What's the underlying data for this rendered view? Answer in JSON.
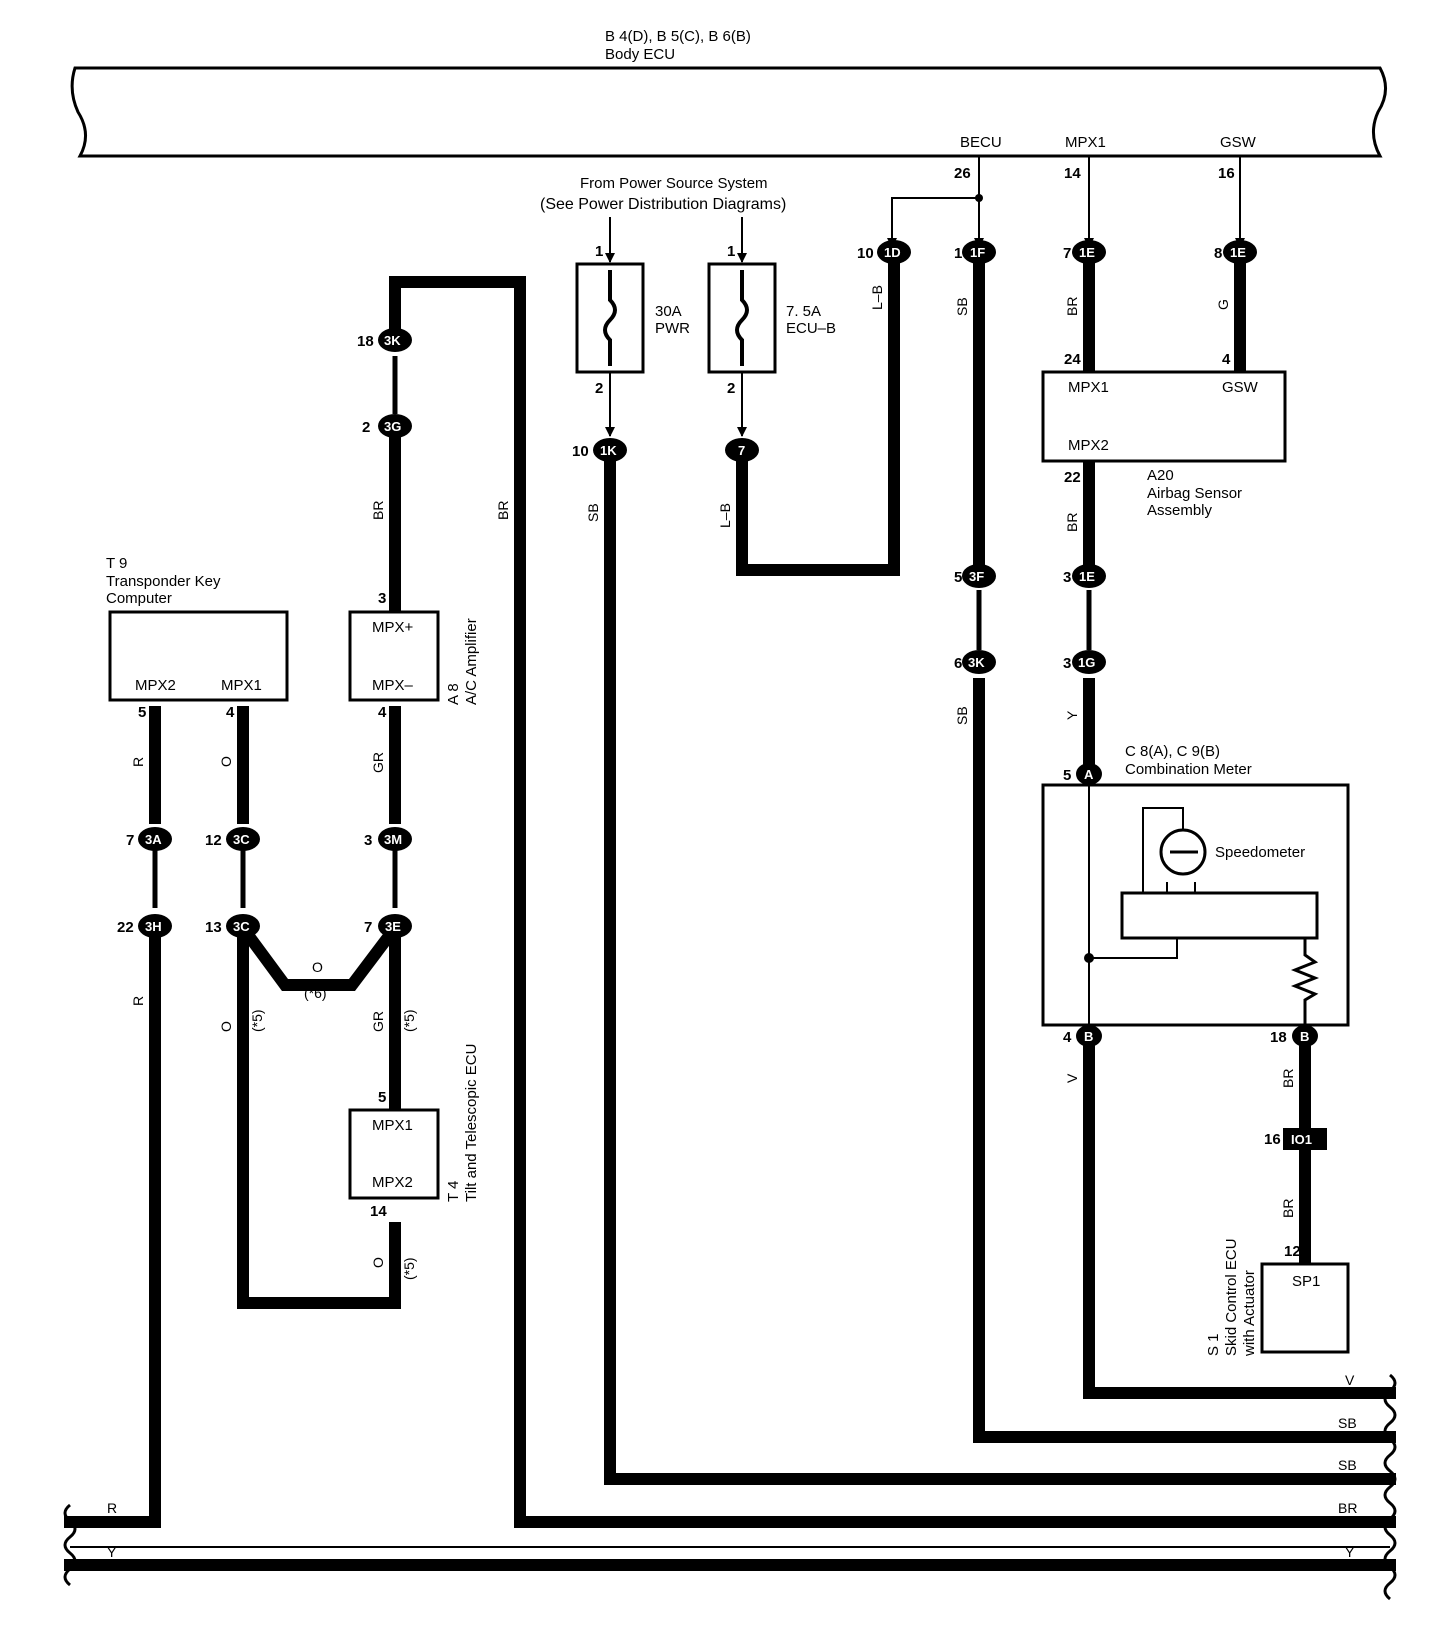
{
  "body_ecu": {
    "connectors": "B 4(D), B 5(C), B 6(B)",
    "name": "Body ECU",
    "terminals": [
      {
        "name": "BECU",
        "pin": "26"
      },
      {
        "name": "MPX1",
        "pin": "14"
      },
      {
        "name": "GSW",
        "pin": "16"
      }
    ]
  },
  "power_source": {
    "line1": "From Power Source System",
    "line2": "(See Power Distribution Diagrams)"
  },
  "fuses": [
    {
      "rating": "30A",
      "name": "PWR",
      "in_pin": "1",
      "out_pin": "2"
    },
    {
      "rating": "7. 5A",
      "name": "ECU–B",
      "in_pin": "1",
      "out_pin": "2"
    }
  ],
  "junctions": {
    "j_1k": {
      "pin": "10",
      "id": "1K"
    },
    "j_7": {
      "id": "7"
    },
    "j_1d": {
      "pin": "10",
      "id": "1D"
    },
    "j_1f": {
      "pin": "1",
      "id": "1F"
    },
    "j_1e_a": {
      "pin": "7",
      "id": "1E"
    },
    "j_1e_b": {
      "pin": "8",
      "id": "1E"
    },
    "j_3k_top": {
      "pin": "18",
      "id": "3K"
    },
    "j_3g": {
      "pin": "2",
      "id": "3G"
    },
    "j_3f": {
      "pin": "5",
      "id": "3F"
    },
    "j_3k_mid": {
      "pin": "6",
      "id": "3K"
    },
    "j_1e_c": {
      "pin": "3",
      "id": "1E"
    },
    "j_1g": {
      "pin": "3",
      "id": "1G"
    },
    "j_3a": {
      "pin": "7",
      "id": "3A"
    },
    "j_3c_a": {
      "pin": "12",
      "id": "3C"
    },
    "j_3m": {
      "pin": "3",
      "id": "3M"
    },
    "j_3h": {
      "pin": "22",
      "id": "3H"
    },
    "j_3c_b": {
      "pin": "13",
      "id": "3C"
    },
    "j_3e": {
      "pin": "7",
      "id": "3E"
    },
    "j_io1": {
      "pin": "16",
      "id": "IO1"
    }
  },
  "wire_colors": {
    "l_b": "L–B",
    "sb": "SB",
    "br": "BR",
    "g": "G",
    "y": "Y",
    "r": "R",
    "o": "O",
    "gr": "GR",
    "v": "V"
  },
  "variant_notes": {
    "n5": "(*5)",
    "n6": "(*6)"
  },
  "airbag": {
    "id": "A20",
    "name_line1": "Airbag Sensor",
    "name_line2": "Assembly",
    "mpx1": "MPX1",
    "gsw": "GSW",
    "mpx2": "MPX2",
    "pin_mpx1": "24",
    "pin_gsw": "4",
    "pin_mpx2": "22"
  },
  "combination_meter": {
    "connectors": "C 8(A), C 9(B)",
    "name": "Combination Meter",
    "speedometer": "Speedometer",
    "pin_top": "5",
    "con_top": "A",
    "pin_bl": "4",
    "con_bl": "B",
    "pin_br": "18",
    "con_br": "B"
  },
  "skid_ecu": {
    "id": "S 1",
    "name_line1": "Skid Control ECU",
    "name_line2": "with Actuator",
    "terminal": "SP1",
    "pin": "12"
  },
  "transponder": {
    "id": "T 9",
    "name_line1": "Transponder Key",
    "name_line2": "Computer",
    "mpx2": "MPX2",
    "mpx1": "MPX1",
    "pin_mpx2": "5",
    "pin_mpx1": "4"
  },
  "ac_amp": {
    "id": "A 8",
    "name": "A/C Amplifier",
    "mpx_plus": "MPX+",
    "mpx_minus": "MPX–",
    "pin_plus": "3",
    "pin_minus": "4"
  },
  "tilt_ecu": {
    "id": "T 4",
    "name": "Tilt and Telescopic ECU",
    "mpx1": "MPX1",
    "mpx2": "MPX2",
    "pin_mpx1": "5",
    "pin_mpx2": "14"
  },
  "bottom_wires": {
    "v": "V",
    "sb1": "SB",
    "sb2": "SB",
    "br": "BR",
    "r": "R",
    "y_left": "Y",
    "y_right": "Y"
  },
  "colors": {
    "line": "#000000",
    "background": "#ffffff"
  }
}
